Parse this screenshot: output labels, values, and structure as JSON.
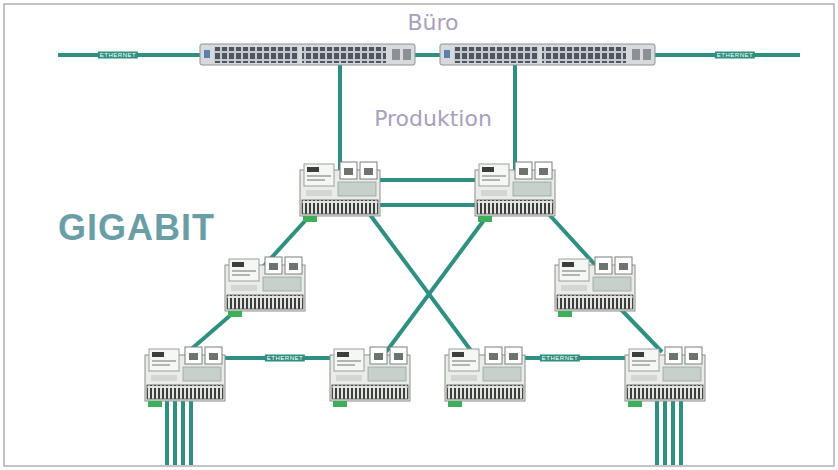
{
  "diagram": {
    "labels": [
      "Büro",
      "Produktion",
      "GIGABIT",
      "ETHERNET",
      "ETHERNET",
      "ETHERNET",
      "ETHERNET"
    ]
  }
}
